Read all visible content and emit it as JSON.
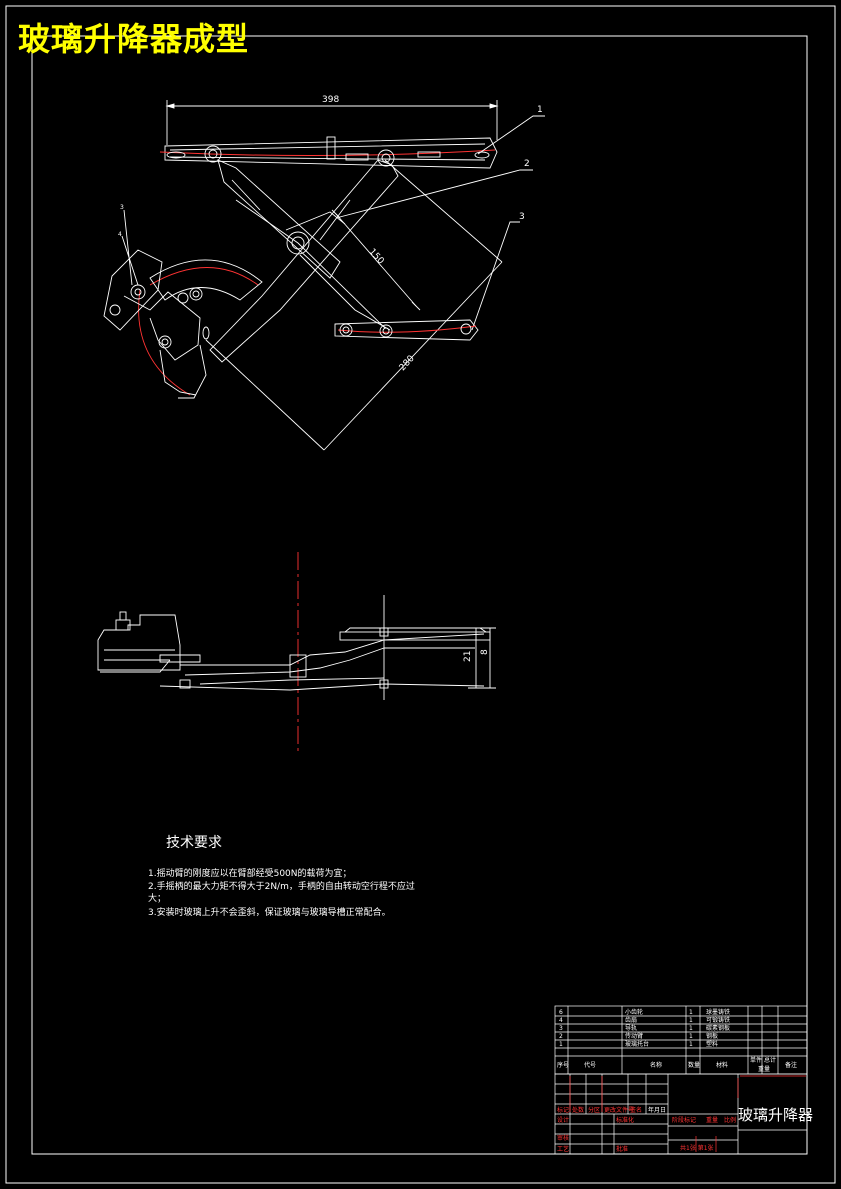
{
  "drawing_title": "玻璃升降器成型",
  "dimensions": {
    "overall_length": "398",
    "arm_length": "150",
    "diagonal_length": "280",
    "height_total": "21",
    "height_offset": "8"
  },
  "balloons": [
    "1",
    "2",
    "3",
    "3",
    "4"
  ],
  "tech_requirements": {
    "title": "技术要求",
    "items": [
      "1.摇动臂的刚度应以在臂部经受500N的载荷为宜；",
      "2.手摇柄的最大力矩不得大于2N/m，手柄的自由转动空行程不应过大；",
      "3.安装时玻璃上升不会歪斜，保证玻璃与玻璃导槽正常配合。"
    ]
  },
  "bom": {
    "rows": [
      {
        "no": "6",
        "name": "小齿轮",
        "qty": "1",
        "material": "球墨铸铁"
      },
      {
        "no": "4",
        "name": "齿扇",
        "qty": "1",
        "material": "可锻铸铁"
      },
      {
        "no": "3",
        "name": "导轨",
        "qty": "1",
        "material": "碳素钢板"
      },
      {
        "no": "2",
        "name": "传动臂",
        "qty": "1",
        "material": "钢板"
      },
      {
        "no": "1",
        "name": "玻璃托台",
        "qty": "1",
        "material": "塑料"
      }
    ],
    "header": {
      "no": "序号",
      "code": "代号",
      "name": "名称",
      "qty": "数量",
      "material": "材料",
      "unit_weight": "单件",
      "total_weight": "总计",
      "weight": "重量",
      "remark": "备注"
    }
  },
  "title_block": {
    "product_name": "玻璃升降器",
    "labels": {
      "mark": "标记",
      "count": "处数",
      "zone": "分区",
      "change_no": "更改文件号",
      "sign": "签名",
      "date": "年月日",
      "design": "设计",
      "standardize": "标准化",
      "stage_mark": "阶段标记",
      "weight": "重量",
      "scale": "比例",
      "check": "审核",
      "process": "工艺",
      "approve": "批准",
      "sheet": "共1张 第1张"
    }
  }
}
